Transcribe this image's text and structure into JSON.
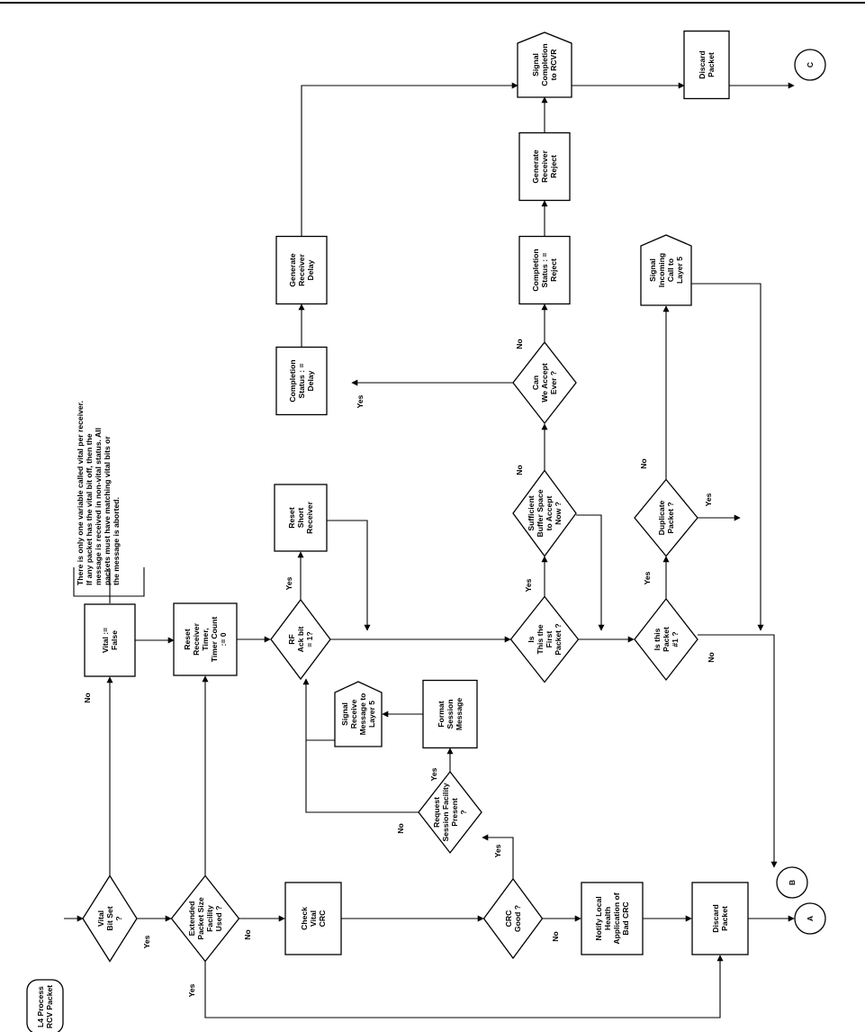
{
  "flowchart": {
    "note": "There is only one variable called vital per receiver. If any packet has the vital bit off, then the message is received in non-vital status. All packets must have matching vital bits or the message is aborted.",
    "nodes": [
      {
        "id": "start",
        "kind": "terminal",
        "lines": [
          "L4 Process",
          "RCV Packet"
        ]
      },
      {
        "id": "vital_bit_set",
        "kind": "decision",
        "lines": [
          "Vital",
          "Bit Set",
          "?"
        ]
      },
      {
        "id": "vital_false",
        "kind": "process",
        "lines": [
          "Vital :=",
          "False"
        ]
      },
      {
        "id": "ext_packet",
        "kind": "decision",
        "lines": [
          "Extended",
          "Packet Size",
          "Facility",
          "Used ?"
        ]
      },
      {
        "id": "reset_receiver",
        "kind": "process",
        "lines": [
          "Reset",
          "Receiver",
          "Timer,",
          "Timer Count",
          ":= 0"
        ]
      },
      {
        "id": "check_crc",
        "kind": "process",
        "lines": [
          "Check",
          "Vital",
          "CRC"
        ]
      },
      {
        "id": "crc_good",
        "kind": "decision",
        "lines": [
          "CRC",
          "Good ?"
        ]
      },
      {
        "id": "notify",
        "kind": "process",
        "lines": [
          "Notify Local",
          "Health",
          "Application of",
          "Bad CRC"
        ]
      },
      {
        "id": "discard1",
        "kind": "process",
        "lines": [
          "Discard",
          "Packet"
        ]
      },
      {
        "id": "conn_a",
        "kind": "connector",
        "lines": [
          "A"
        ]
      },
      {
        "id": "req_session",
        "kind": "decision",
        "lines": [
          "Request",
          "Session Facility",
          "Present",
          "?"
        ]
      },
      {
        "id": "format_session",
        "kind": "process",
        "lines": [
          "Format",
          "Session",
          "Message"
        ]
      },
      {
        "id": "signal_receive",
        "kind": "offpage",
        "lines": [
          "Signal",
          "Receive",
          "Message to",
          "Layer 5"
        ]
      },
      {
        "id": "rf_ack",
        "kind": "decision",
        "lines": [
          "RF",
          "Ack bit",
          "= 1?"
        ]
      },
      {
        "id": "reset_short",
        "kind": "process",
        "lines": [
          "Reset",
          "Short",
          "Receiver"
        ]
      },
      {
        "id": "first_packet",
        "kind": "decision",
        "lines": [
          "Is",
          "This the",
          "First",
          "Packet ?"
        ]
      },
      {
        "id": "sufficient",
        "kind": "decision",
        "lines": [
          "Sufficient",
          "Buffer Space",
          "to Accept",
          "Now ?"
        ]
      },
      {
        "id": "can_accept",
        "kind": "decision",
        "lines": [
          "Can",
          "We Accept",
          "Ever ?"
        ]
      },
      {
        "id": "comp_delay",
        "kind": "process",
        "lines": [
          "Completion",
          "Status : =",
          "Delay"
        ]
      },
      {
        "id": "gen_delay",
        "kind": "process",
        "lines": [
          "Generate",
          "Receiver",
          "Delay"
        ]
      },
      {
        "id": "comp_reject",
        "kind": "process",
        "lines": [
          "Completion",
          "Status : =",
          "Reject"
        ]
      },
      {
        "id": "gen_reject",
        "kind": "process",
        "lines": [
          "Generate",
          "Receiver",
          "Reject"
        ]
      },
      {
        "id": "signal_completion",
        "kind": "offpage",
        "lines": [
          "Signal",
          "Completion",
          "to RCVR"
        ]
      },
      {
        "id": "discard2",
        "kind": "process",
        "lines": [
          "Discard",
          "Packet"
        ]
      },
      {
        "id": "conn_c",
        "kind": "connector",
        "lines": [
          "C"
        ]
      },
      {
        "id": "is_packet1",
        "kind": "decision",
        "lines": [
          "Is this",
          "Packet",
          "#1 ?"
        ]
      },
      {
        "id": "duplicate",
        "kind": "decision",
        "lines": [
          "Duplicate",
          "Packet ?"
        ]
      },
      {
        "id": "signal_incoming",
        "kind": "offpage",
        "lines": [
          "Signal",
          "Incoming",
          "Call to",
          "Layer 5"
        ]
      },
      {
        "id": "conn_b",
        "kind": "connector",
        "lines": [
          "B"
        ]
      }
    ],
    "edge_labels": {
      "vital_no": "No",
      "vital_yes": "Yes",
      "ext_yes": "Yes",
      "ext_no": "No",
      "crc_yes": "Yes",
      "crc_no": "No",
      "req_yes": "Yes",
      "req_no": "No",
      "rf_yes": "Yes",
      "first_yes": "Yes",
      "suff_no": "No",
      "can_yes": "Yes",
      "can_no": "No",
      "pkt1_yes": "Yes",
      "pkt1_no": "No",
      "dup_yes": "Yes",
      "dup_no": "No"
    }
  }
}
